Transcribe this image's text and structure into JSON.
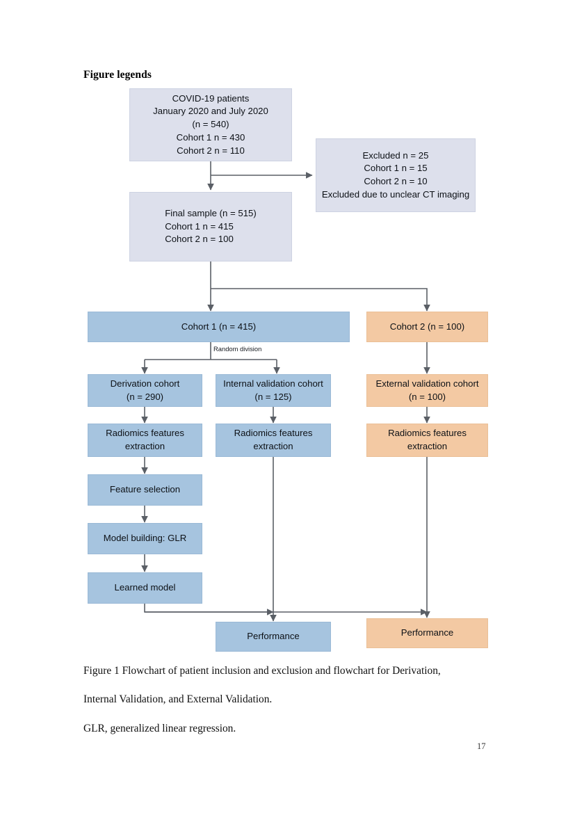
{
  "document": {
    "heading": "Figure legends",
    "page_number": "17"
  },
  "flowchart": {
    "type": "flowchart",
    "colors": {
      "pale_lavender": "#dde0ec",
      "steel_blue": "#a6c4df",
      "peach": "#f3c9a3",
      "connector": "#5a5f66",
      "text": "#0d1116"
    },
    "nodes": [
      {
        "id": "source-population",
        "label": "COVID-19 patients\nJanuary 2020 and July 2020\n(n = 540)\nCohort 1 n = 430\nCohort 2 n = 110",
        "fill": "pale_lavender"
      },
      {
        "id": "excluded",
        "label": "Excluded n = 25\nCohort 1 n = 15\nCohort 2 n = 10\nExcluded due to unclear CT imaging",
        "fill": "pale_lavender"
      },
      {
        "id": "final-sample",
        "label": "Final sample (n = 515)\nCohort 1 n = 415\nCohort 2 n = 100",
        "fill": "pale_lavender"
      },
      {
        "id": "cohort-1",
        "label": "Cohort 1 (n = 415)",
        "fill": "steel_blue"
      },
      {
        "id": "cohort-2",
        "label": "Cohort 2 (n = 100)",
        "fill": "peach"
      },
      {
        "id": "derivation-cohort",
        "label": "Derivation cohort\n(n = 290)",
        "fill": "steel_blue"
      },
      {
        "id": "internal-validation-cohort",
        "label": "Internal validation cohort\n(n = 125)",
        "fill": "steel_blue"
      },
      {
        "id": "external-validation-cohort",
        "label": "External validation cohort\n(n = 100)",
        "fill": "peach"
      },
      {
        "id": "radiomics-derivation",
        "label": "Radiomics features\nextraction",
        "fill": "steel_blue"
      },
      {
        "id": "radiomics-internal",
        "label": "Radiomics features\nextraction",
        "fill": "steel_blue"
      },
      {
        "id": "radiomics-external",
        "label": "Radiomics features\nextraction",
        "fill": "peach"
      },
      {
        "id": "feature-selection",
        "label": "Feature selection",
        "fill": "steel_blue"
      },
      {
        "id": "model-building",
        "label": "Model building: GLR",
        "fill": "steel_blue"
      },
      {
        "id": "learned-model",
        "label": "Learned model",
        "fill": "steel_blue"
      },
      {
        "id": "performance-internal",
        "label": "Performance",
        "fill": "steel_blue"
      },
      {
        "id": "performance-external",
        "label": "Performance",
        "fill": "peach"
      }
    ],
    "edge_labels": [
      {
        "id": "random-division",
        "label": "Random division"
      }
    ]
  },
  "caption": {
    "line1": "Figure 1 Flowchart of patient inclusion and exclusion and flowchart for Derivation,",
    "line2": "Internal Validation, and External Validation.",
    "line3": "GLR, generalized linear regression."
  }
}
